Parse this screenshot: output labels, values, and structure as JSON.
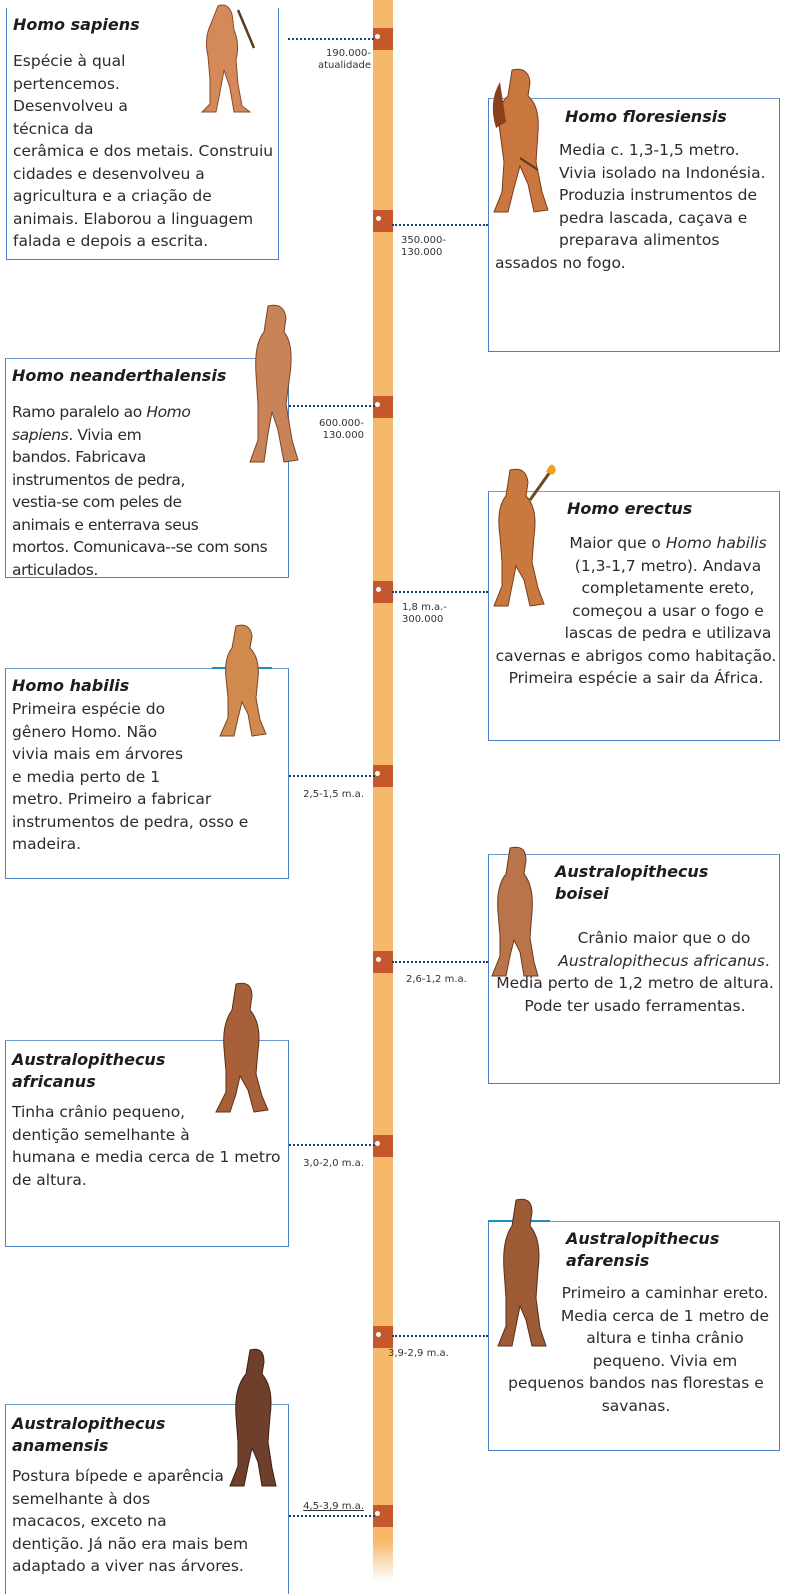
{
  "timeline": {
    "colors": {
      "bar": "#f6b96b",
      "marker": "#c4572b",
      "border": "#4b80c2",
      "leader": "#1d3f74"
    }
  },
  "species": [
    {
      "name": "Homo sapiens",
      "date": "190.000-\natualidade",
      "text": "Espécie à qual pertencemos. Desenvolveu a técnica da cerâmica e dos metais. Construiu cidades e desenvolveu a agricultura e a criação de animais. Elaborou a linguagem falada e depois a escrita.",
      "figure": "homo-sapiens-figure-icon"
    },
    {
      "name": "Homo floresiensis",
      "date": "350.000-\n130.000",
      "text": "Media c. 1,3-1,5 metro. Vivia isolado na Indonésia. Produzia instrumentos de pedra lascada, caçava e preparava alimentos assados no fogo.",
      "figure": "homo-floresiensis-figure-icon"
    },
    {
      "name": "Homo neanderthalensis",
      "date": "600.000-\n130.000",
      "text_prefix": "Ramo paralelo ao ",
      "text_italic": "Homo sapiens",
      "text_suffix": ". Vivia em bandos. Fabricava instrumentos de pedra, vestia-se com peles de animais e enterrava seus mortos. Comunicava--se com sons articulados.",
      "figure": "homo-neanderthalensis-figure-icon"
    },
    {
      "name": "Homo erectus",
      "date": "1,8 m.a.-\n300.000",
      "text_prefix": "Maior que o ",
      "text_italic": "Homo habilis",
      "text_suffix": " (1,3-1,7 metro). Andava completamente ereto, começou a usar o fogo e lascas de pedra e utilizava cavernas e abrigos como habitação. Primeira espécie a sair da África.",
      "figure": "homo-erectus-figure-icon"
    },
    {
      "name": "Homo habilis",
      "date": "2,5-1,5 m.a.",
      "text": "Primeira espécie do gênero Homo. Não vivia mais em árvores e media perto de 1 metro. Primeiro a fabricar instrumentos de pedra, osso e madeira.",
      "figure": "homo-habilis-figure-icon"
    },
    {
      "name": "Australopithecus boisei",
      "date": "2,6-1,2 m.a.",
      "text_prefix": "Crânio maior que o do ",
      "text_italic": "Australopithecus africanus",
      "text_suffix": ". Media perto de 1,2 metro de altura. Pode ter usado ferramentas.",
      "figure": "australopithecus-boisei-figure-icon"
    },
    {
      "name": "Australopithecus africanus",
      "date": "3,0-2,0 m.a.",
      "text": "Tinha crânio pequeno, dentição semelhante à humana e media cerca de 1 metro de altura.",
      "figure": "australopithecus-africanus-figure-icon"
    },
    {
      "name": "Australopithecus afarensis",
      "date": "3,9-2,9 m.a.",
      "text": "Primeiro a caminhar ereto. Media cerca de 1 metro de altura e tinha crânio pequeno. Vivia em pequenos bandos nas florestas e savanas.",
      "figure": "australopithecus-afarensis-figure-icon"
    },
    {
      "name": "Australopithecus anamensis",
      "date": "4,5-3,9 m.a.",
      "text": "Postura bípede e aparência semelhante à dos macacos, exceto na dentição. Já não era mais bem adaptado a viver nas árvores.",
      "figure": "australopithecus-anamensis-figure-icon"
    }
  ]
}
